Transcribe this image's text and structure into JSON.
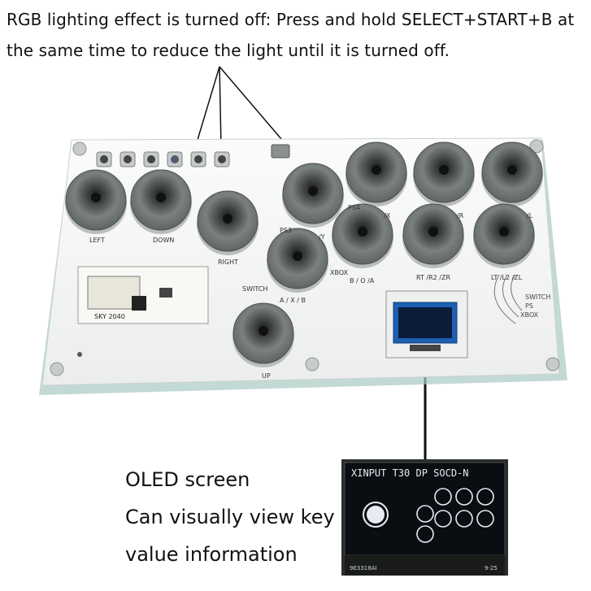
{
  "caption": {
    "line1": "RGB lighting effect is turned off: Press and hold SELECT+START+B at",
    "line2": "the same time to reduce the light until it is turned off."
  },
  "function_buttons": [
    "SELECT",
    "START"
  ],
  "button_labels": {
    "left": "LEFT",
    "down": "DOWN",
    "right": "RIGHT",
    "up": "UP",
    "switch": "SWITCH",
    "a": "A / X / B",
    "b": "B / O /A",
    "rt": "RT /R2 /ZR",
    "lt": "LT /L2 /ZL",
    "xbox": "XBOX",
    "ps3": "PS3",
    "ps4": "PS4",
    "rb": "/R",
    "lb": "/L",
    "x": "/X",
    "y": "/Y"
  },
  "mode_labels": [
    "SWITCH",
    "PS",
    "XBOX"
  ],
  "pcb": {
    "label": "SKY 2040"
  },
  "oled_description": {
    "line1": "OLED screen",
    "line2": "Can visually view key",
    "line3": "value information"
  },
  "oled_screen": {
    "text": "XINPUT T30 DP SOCD-N",
    "footer_left": "9E3318AI",
    "footer_right": "9-25"
  },
  "colors": {
    "board": "#f4f5f4",
    "acrylic_edge": "#a9c9c3",
    "button_dome": "#6f7572",
    "oled_blue": "#1d5fb0"
  }
}
